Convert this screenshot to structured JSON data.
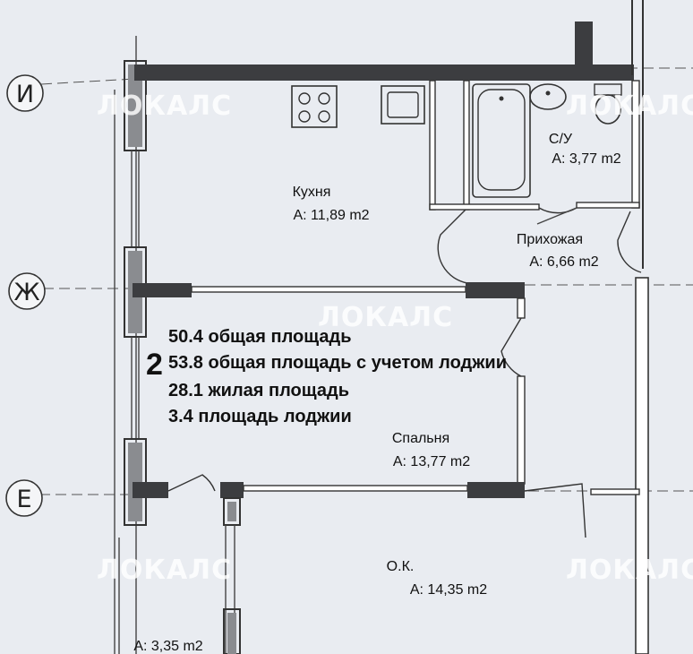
{
  "axes": {
    "i": "И",
    "zh": "Ж",
    "e": "Е"
  },
  "rooms": {
    "kitchen": {
      "name": "Кухня",
      "area": "A: 11,89 m2"
    },
    "bathroom": {
      "name": "С/У",
      "area": "A: 3,77 m2"
    },
    "hallway": {
      "name": "Прихожая",
      "area": "A: 6,66 m2"
    },
    "bedroom": {
      "name": "Спальня",
      "area": "A: 13,77 m2"
    },
    "common": {
      "name": "О.К.",
      "area": "A: 14,35 m2"
    },
    "loggia": {
      "area": "A: 3,35 m2"
    }
  },
  "summary": {
    "rooms_count": "2",
    "total_area": "50.4 общая площадь",
    "total_with_loggia": "53.8 общая площадь с учетом лоджии",
    "living_area": "28.1 жилая площадь",
    "loggia_area": "3.4 площадь лоджии"
  },
  "watermark": "ЛОКАЛС",
  "colors": {
    "background": "#e9ecf1",
    "wall": "#3c3d40",
    "watermark": "#ffffff"
  }
}
